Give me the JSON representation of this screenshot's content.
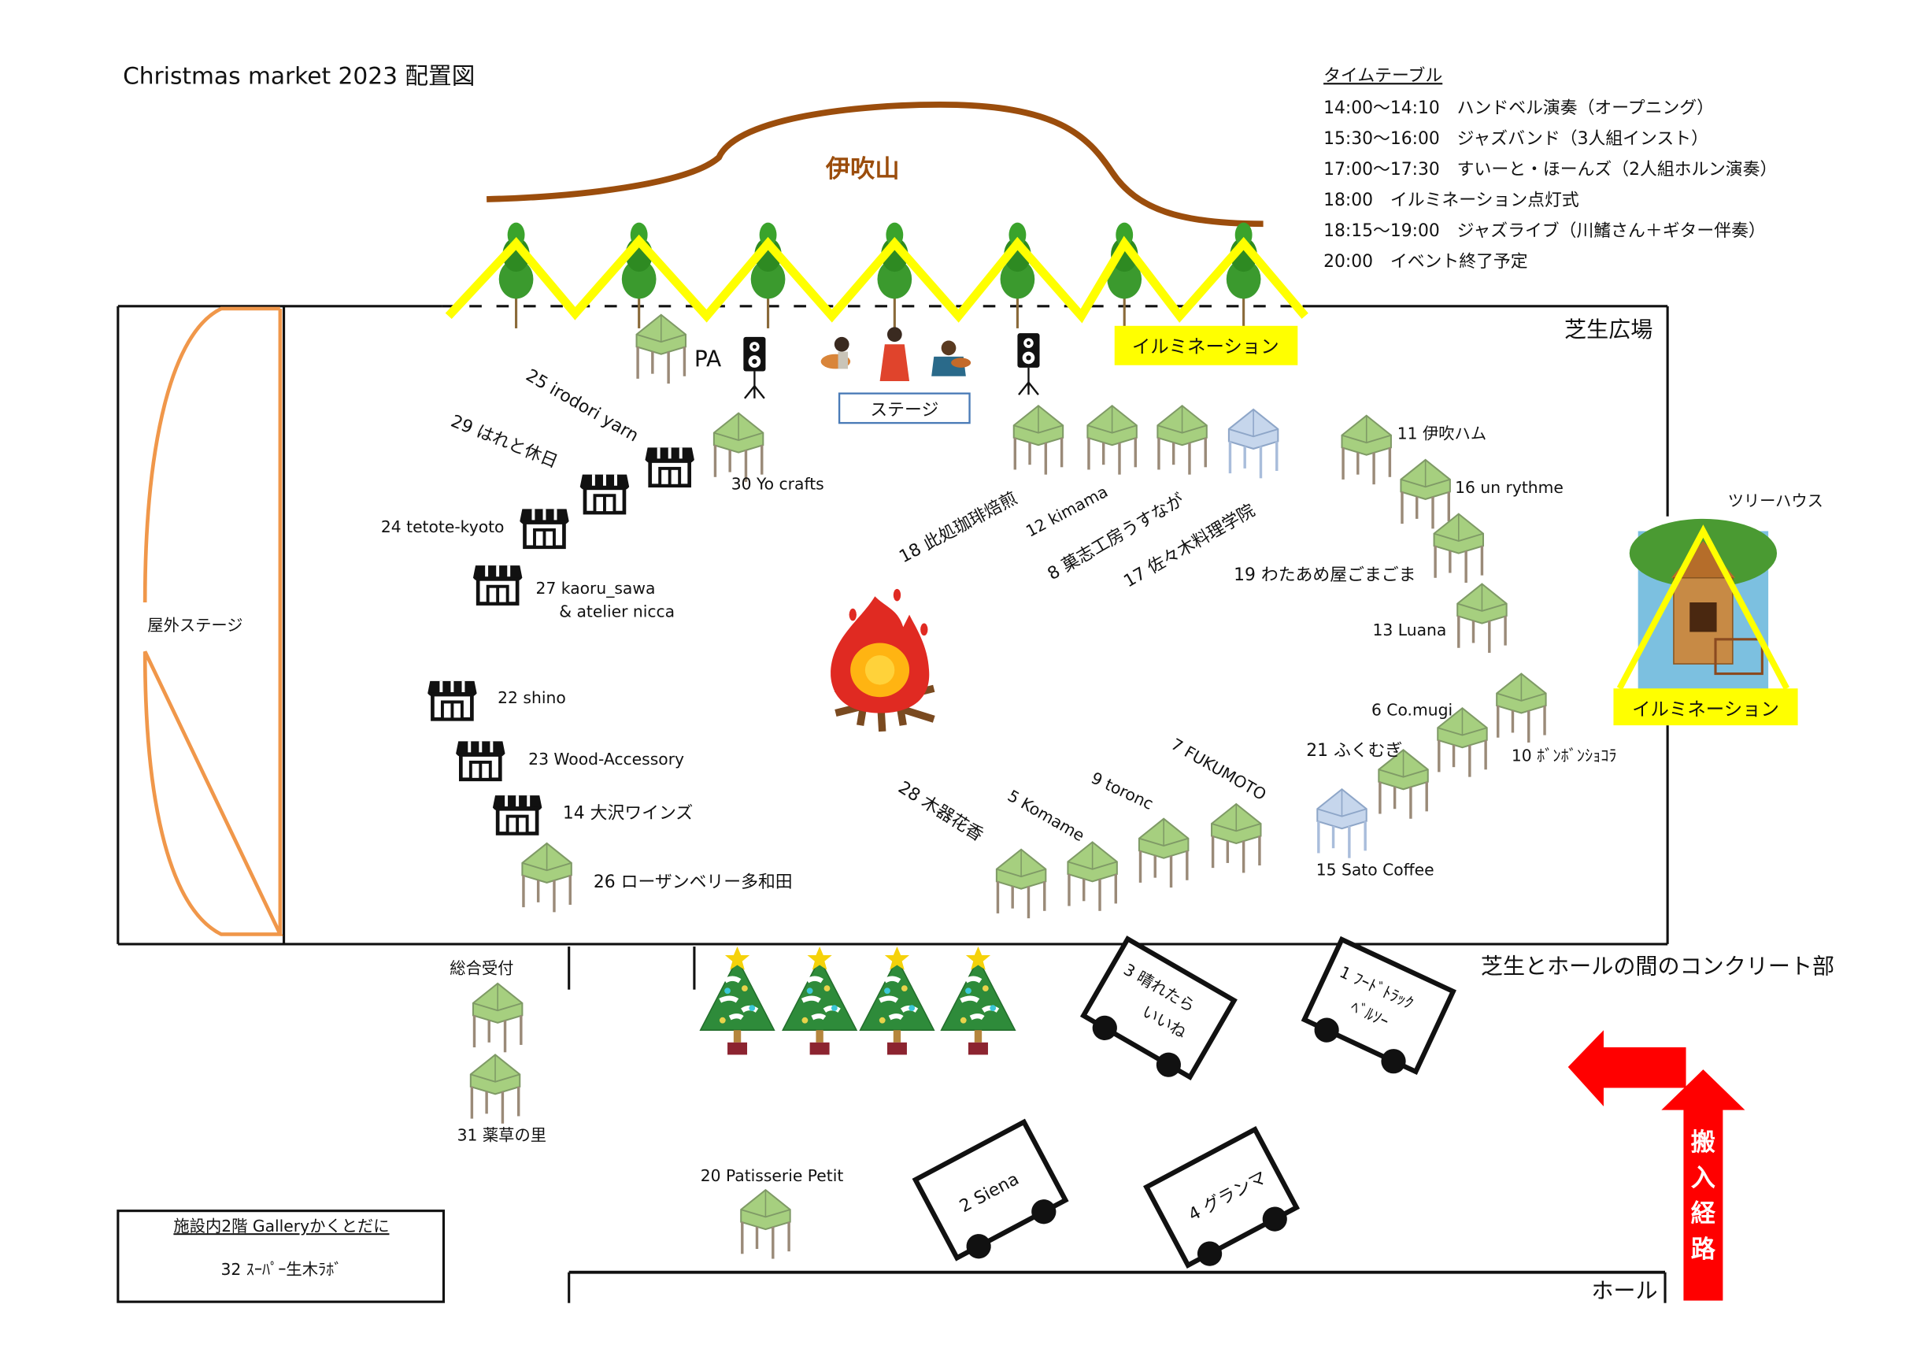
{
  "title": "Christmas market  2023 配置図",
  "colors": {
    "mountain": "#9b4d0c",
    "illumination_yellow": "#ffff00",
    "tent_green": "#a6cf7f",
    "tent_blue": "#c6d6ec",
    "tent_leg": "#9a8a78",
    "outdoor_stage": "#f0974a",
    "arrow_red": "#ff0000",
    "stage_box_border": "#4a7bb7"
  },
  "mountain": {
    "label": "伊吹山"
  },
  "timetable": {
    "heading": "タイムテーブル",
    "rows": [
      "14:00～14:10　ハンドベル演奏（オープニング）",
      "15:30～16:00　ジャズバンド（3人組インスト）",
      "17:00～17:30　すいーと・ほーんズ（2人組ホルン演奏）",
      "18:00　イルミネーション点灯式",
      "18:15～19:00　ジャズライブ（川鰭さん＋ギター伴奏）",
      "20:00　イベント終了予定"
    ]
  },
  "areas": {
    "lawn": "芝生広場",
    "outdoor_stage": "屋外ステージ",
    "concrete": "芝生とホールの間のコンクリート部",
    "hall": "ホール",
    "treehouse": "ツリーハウス",
    "reception": "総合受付",
    "delivery_route": [
      "搬",
      "入",
      "経",
      "路"
    ]
  },
  "stage": {
    "label": "ステージ",
    "pa_label": "PA"
  },
  "illumination": {
    "top_label": "イルミネーション",
    "treehouse_label": "イルミネーション"
  },
  "gallery": {
    "heading": "施設内2階 Galleryかくとだに",
    "vendor": "32 ｽｰﾊﾟｰ生木ﾗﾎﾞ"
  },
  "vendors": {
    "v25": "25 irodori yarn",
    "v29": "29 はれと休日",
    "v30": "30 Yo crafts",
    "v24": "24 tetote-kyoto",
    "v27a": "27 kaoru_sawa",
    "v27b": "& atelier nicca",
    "v22": "22 shino",
    "v23": "23 Wood-Accessory",
    "v14": "14 大沢ワインズ",
    "v26": "26 ローザンベリー多和田",
    "v18": "18 此処珈琲焙煎",
    "v12": "12 kimama",
    "v8": "8 菓志工房うすなが",
    "v17": "17 佐々木料理学院",
    "v11": "11 伊吹ハム",
    "v16": "16 un rythme",
    "v19": "19 わたあめ屋ごまごま",
    "v13": "13 Luana",
    "v6": "6 Co.mugi",
    "v21": "21 ふくむぎ",
    "v10": "10 ﾎﾞﾝﾎﾞﾝｼｮｺﾗ",
    "v15": "15 Sato Coffee",
    "v7": "7 FUKUMOTO",
    "v9": "9 toronc",
    "v5": "5 Komame",
    "v28": "28 木器花香",
    "v31": "31 薬草の里",
    "v20": "20 Patisserie Petit"
  },
  "food_trucks": {
    "t3a": "3 晴れたら",
    "t3b": "いいね",
    "t1a": "1 ﾌｰﾄﾞﾄﾗｯｸ",
    "t1b": "ﾍﾞﾙｿｰ",
    "t2": "2 Siena",
    "t4": "4 グランマ"
  }
}
